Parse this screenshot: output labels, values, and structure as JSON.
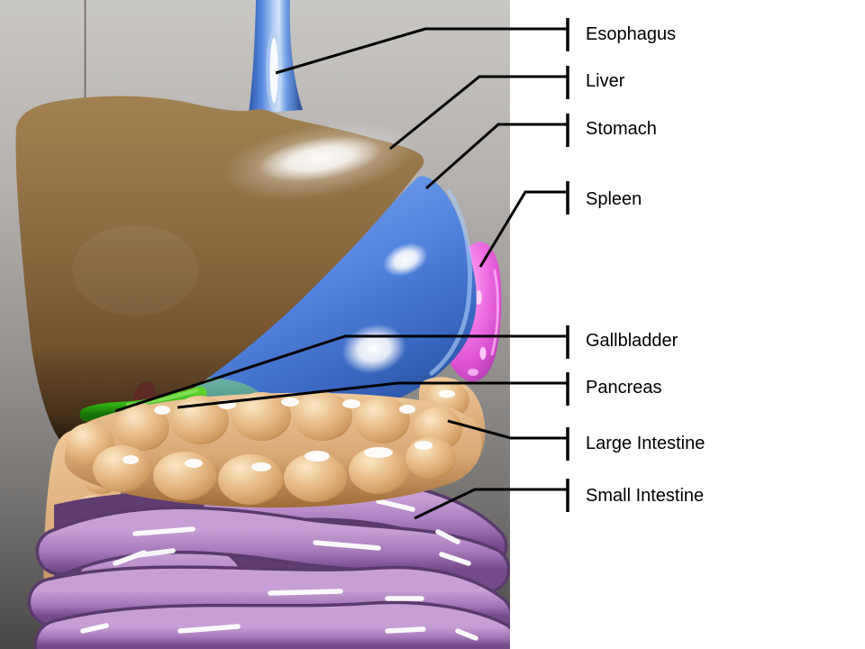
{
  "figure": {
    "kind": "labeled anatomical illustration",
    "subject": "Human digestive system, anterior 3D view with callout labels"
  },
  "labels": [
    {
      "id": "esophagus",
      "text": "Esophagus"
    },
    {
      "id": "liver",
      "text": "Liver"
    },
    {
      "id": "stomach",
      "text": "Stomach"
    },
    {
      "id": "spleen",
      "text": "Spleen"
    },
    {
      "id": "gallbladder",
      "text": "Gallbladder"
    },
    {
      "id": "pancreas",
      "text": "Pancreas"
    },
    {
      "id": "large-intestine",
      "text": "Large Intestine"
    },
    {
      "id": "small-intestine",
      "text": "Small Intestine"
    }
  ],
  "colors": {
    "esophagus": "#5b8ce0",
    "liver": "#8d6b42",
    "stomach": "#5586e2",
    "spleen": "#ef6ce2",
    "gallbladder": "#2fae10",
    "pancreas": "#4f9488",
    "large_intestine": "#d8a876",
    "small_intestine": "#a678ba",
    "wall_top": "#c8c6c3",
    "wall_bottom": "#4e4c4a",
    "panel": "#ffffff",
    "leader_line": "#000000",
    "label_text": "#000000"
  }
}
